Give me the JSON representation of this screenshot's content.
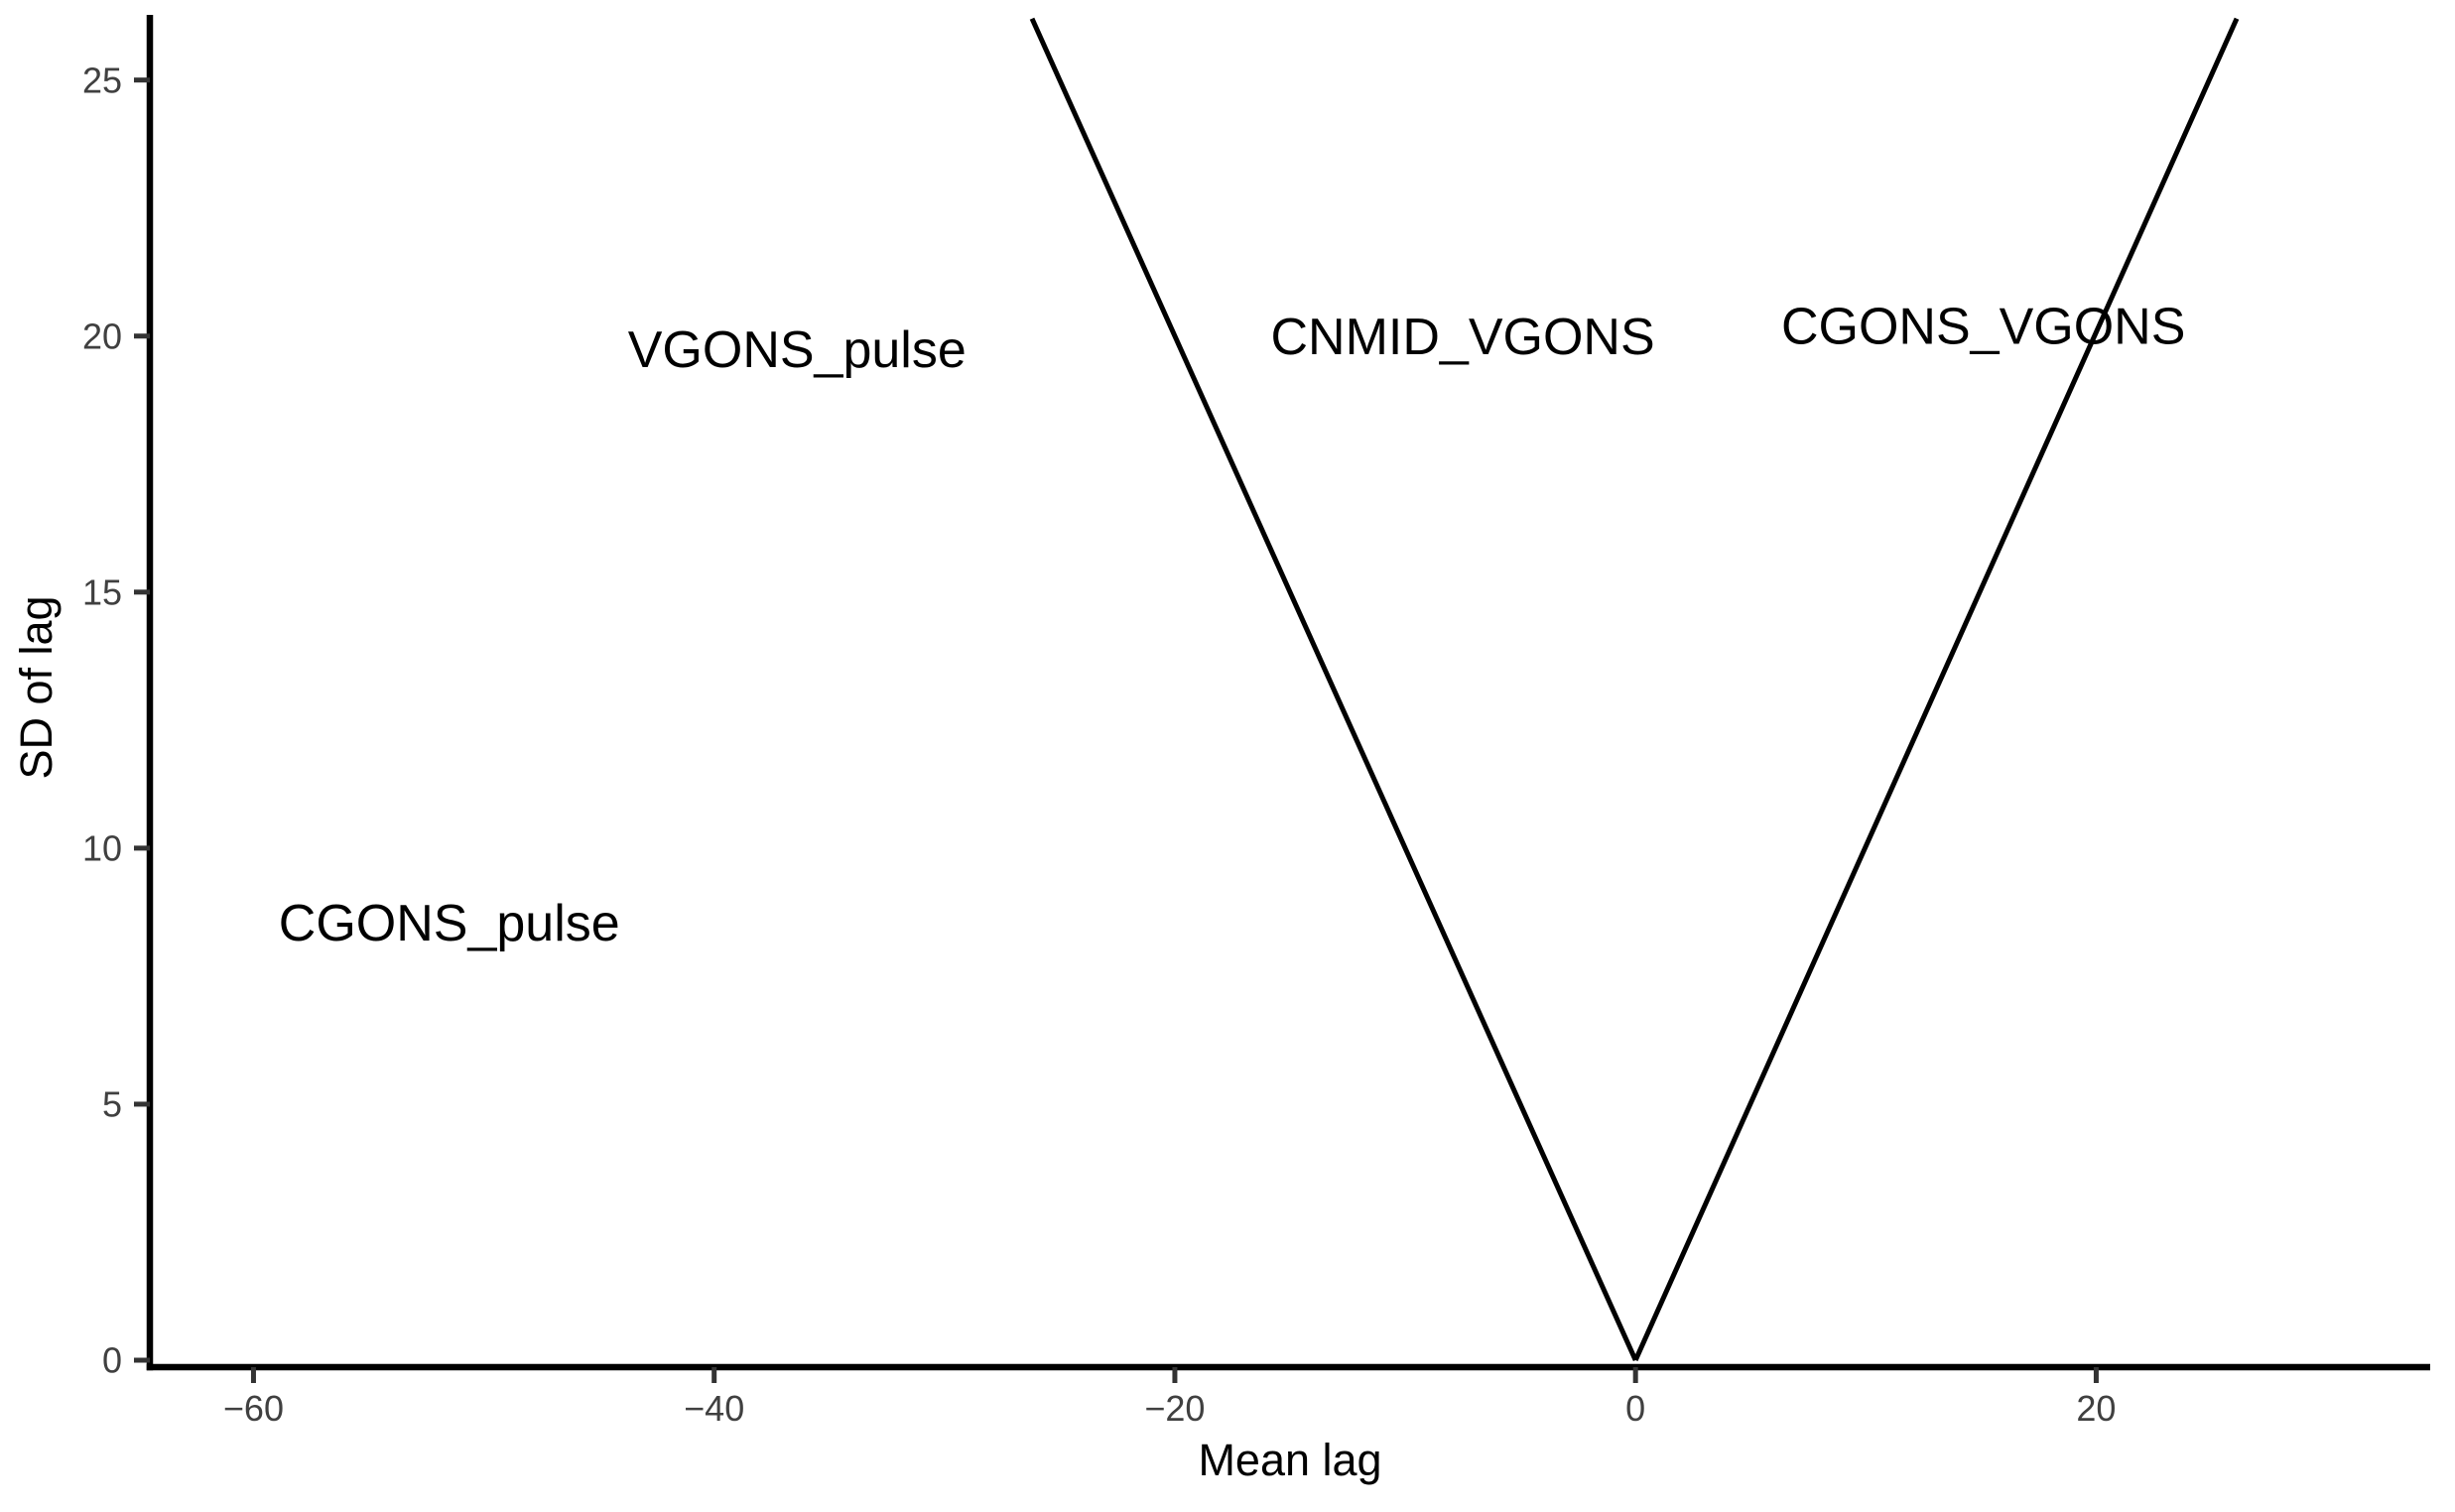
{
  "figure": {
    "background": "#ffffff"
  },
  "chart_data": {
    "type": "line",
    "title": "",
    "xlabel": "Mean lag",
    "ylabel": "SD of lag",
    "grid": false,
    "legend": "none",
    "x_domain": [
      -64.5,
      34.5
    ],
    "y_domain": [
      0,
      26.35
    ],
    "x_ticks": [
      {
        "value": -60,
        "label": "−60"
      },
      {
        "value": -40,
        "label": "−40"
      },
      {
        "value": -20,
        "label": "−20"
      },
      {
        "value": 0,
        "label": "0"
      },
      {
        "value": 20,
        "label": "20"
      }
    ],
    "y_ticks": [
      {
        "value": 0,
        "label": "0"
      },
      {
        "value": 5,
        "label": "5"
      },
      {
        "value": 10,
        "label": "10"
      },
      {
        "value": 15,
        "label": "15"
      },
      {
        "value": 20,
        "label": "20"
      },
      {
        "value": 25,
        "label": "25"
      }
    ],
    "series": [
      {
        "name": "left-boundary",
        "points": [
          [
            -26.2,
            26.2
          ],
          [
            0,
            0
          ]
        ]
      },
      {
        "name": "right-boundary",
        "points": [
          [
            0,
            0
          ],
          [
            26.1,
            26.2
          ]
        ]
      }
    ],
    "annotations": [
      {
        "text": "VGONS_pulse",
        "x": -36.4,
        "y": 19.75
      },
      {
        "text": "CNMID_VGONS",
        "x": -7.5,
        "y": 20.0
      },
      {
        "text": "CGONS_VGONS",
        "x": 15.1,
        "y": 20.2
      },
      {
        "text": "CGONS_pulse",
        "x": -51.5,
        "y": 8.55
      }
    ],
    "style": {
      "line_color": "#000000",
      "axis_color": "#000000",
      "tick_color": "#333333",
      "tick_label_color": "#404040",
      "axis_title_color": "#000000",
      "annotation_color": "#000000"
    }
  }
}
